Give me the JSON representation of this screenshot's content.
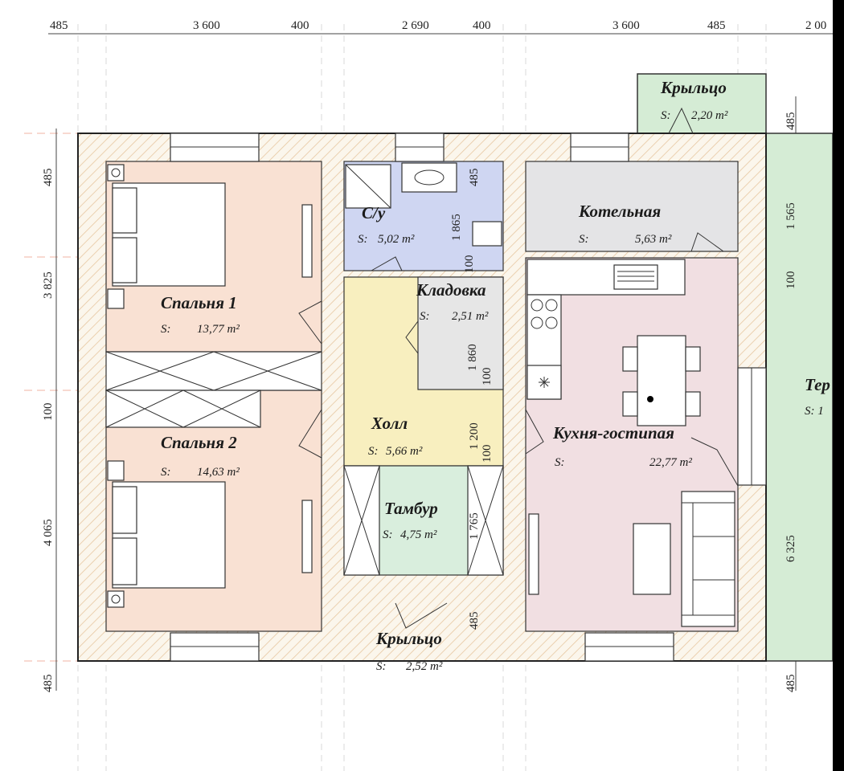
{
  "plan": {
    "dimensions_top": [
      "485",
      "3 600",
      "400",
      "2 690",
      "400",
      "3 600",
      "485",
      "2 00"
    ],
    "dimensions_left": [
      "485",
      "3 825",
      "100",
      "4 065",
      "485"
    ],
    "dimensions_right": [
      "485",
      "1 565",
      "100",
      "6 325",
      "485"
    ],
    "dimensions_inner": [
      "1 865",
      "100",
      "485",
      "1 860",
      "100",
      "1 200",
      "100",
      "1 765",
      "485"
    ],
    "rooms": [
      {
        "name": "Спальня 1",
        "area_label": "S:",
        "area": "13,77 m²"
      },
      {
        "name": "Спальня 2",
        "area_label": "S:",
        "area": "14,63 m²"
      },
      {
        "name": "С/у",
        "area_label": "S:",
        "area": "5,02 m²"
      },
      {
        "name": "Кладовка",
        "area_label": "S:",
        "area": "2,51 m²"
      },
      {
        "name": "Холл",
        "area_label": "S:",
        "area": "5,66 m²"
      },
      {
        "name": "Тамбур",
        "area_label": "S:",
        "area": "4,75 m²"
      },
      {
        "name": "Котельная",
        "area_label": "S:",
        "area": "5,63 m²"
      },
      {
        "name": "Кухня-гостипая",
        "area_label": "S:",
        "area": "22,77 m²"
      },
      {
        "name": "Крыльцо",
        "area_label": "S:",
        "area": "2,20 m²"
      },
      {
        "name": "Крыльцо",
        "area_label": "S:",
        "area": "2,52 m²"
      },
      {
        "name": "Тер",
        "area_label": "S: 1",
        "area": ""
      }
    ],
    "colors": {
      "bedroom": "#f9e1d3",
      "bathroom": "#cfd6f2",
      "storage": "#e6e6e6",
      "hall": "#f8efbf",
      "tambur": "#d9eedd",
      "boiler": "#e4e4e6",
      "kitchen": "#f1dfe2",
      "porch": "#d5ecd5",
      "wall_hatch": "#f0cfa8"
    }
  }
}
